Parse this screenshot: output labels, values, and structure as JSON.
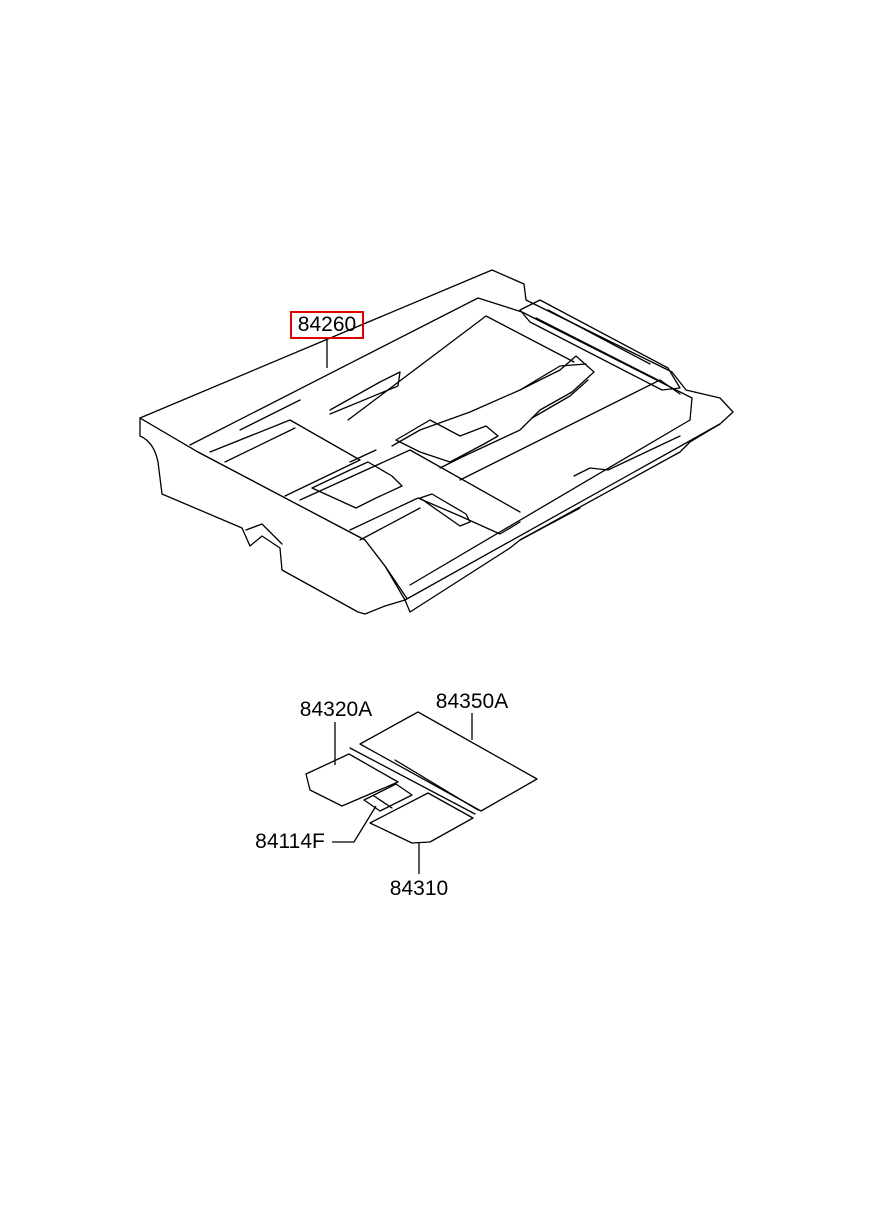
{
  "diagram": {
    "highlight_color": "#e00000",
    "line_color": "#000000",
    "background": "#ffffff",
    "parts": [
      {
        "id": "floor_carpet",
        "label": "84260",
        "highlighted": true
      },
      {
        "id": "antipad_rear",
        "label": "84350A",
        "highlighted": false
      },
      {
        "id": "antipad_front_left",
        "label": "84320A",
        "highlighted": false
      },
      {
        "id": "fastener",
        "label": "84114F",
        "highlighted": false
      },
      {
        "id": "antipad_front_right",
        "label": "84310",
        "highlighted": false
      }
    ]
  }
}
